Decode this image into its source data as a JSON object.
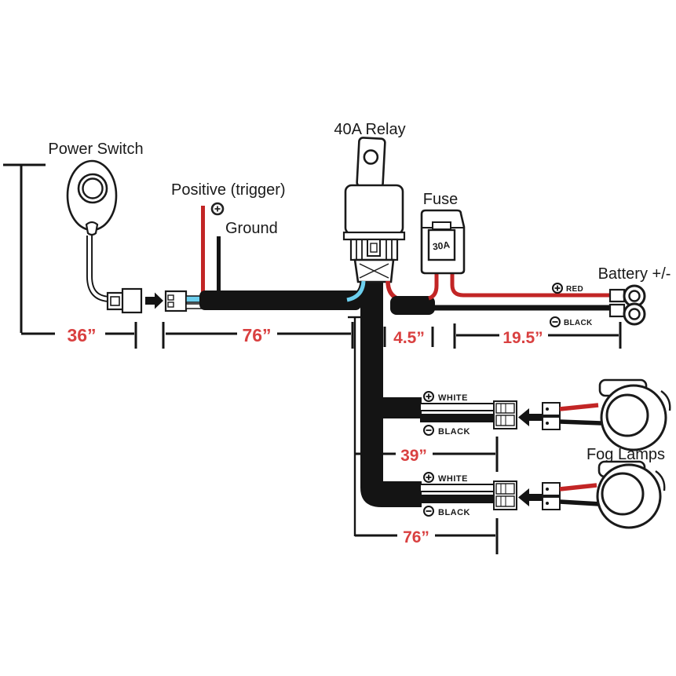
{
  "diagram": {
    "power_switch": {
      "label": "Power Switch"
    },
    "trigger": {
      "label": "Positive (trigger)"
    },
    "ground": {
      "label": "Ground"
    },
    "relay": {
      "label": "40A Relay"
    },
    "fuse": {
      "label": "Fuse",
      "rating": "30A"
    },
    "battery": {
      "label": "Battery +/-",
      "positive_wire": "RED",
      "negative_wire": "BLACK"
    },
    "fog_lamps": {
      "label": "Fog Lamps",
      "positive_wire": "WHITE",
      "negative_wire": "BLACK"
    },
    "dimensions": {
      "switch_lead": "36”",
      "main_harness": "76”",
      "relay_to_fuse": "4.5”",
      "fuse_to_battery": "19.5”",
      "first_lamp_lead": "39”",
      "second_lamp_lead": "76”"
    },
    "colors": {
      "wire_red": "#c22525",
      "wire_blue": "#6ccfee",
      "wire_black": "#141414",
      "dimension_text": "#d94040"
    }
  }
}
